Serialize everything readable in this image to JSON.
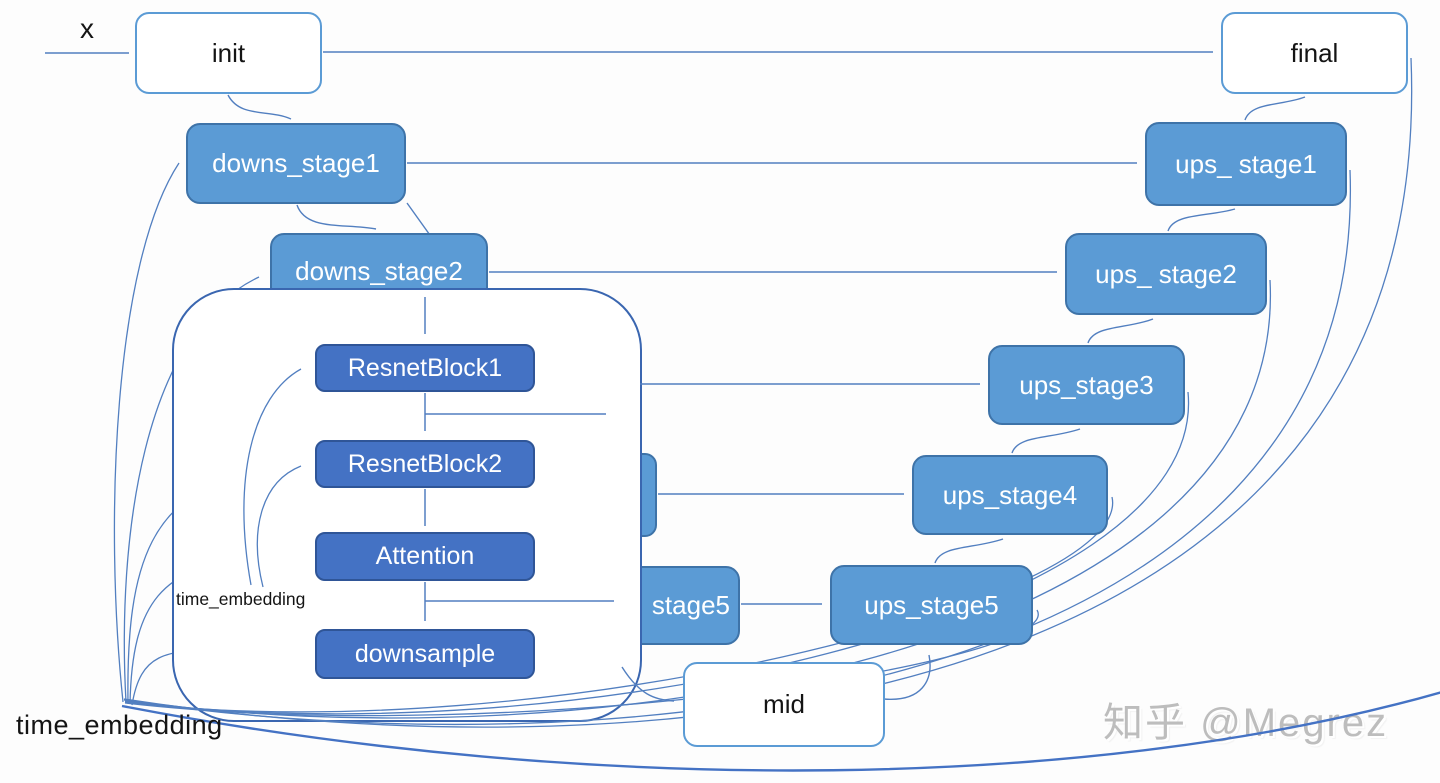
{
  "diagram": {
    "input_label": "x",
    "time_embedding_label": "time_embedding",
    "panel_time_embedding_label": "time_embedding",
    "watermark": "知乎 @Megrez",
    "nodes": {
      "init": "init",
      "final": "final",
      "downs_stage1": "downs_stage1",
      "downs_stage2": "downs_stage2",
      "downs_stage5_partial": "stage5",
      "mid": "mid",
      "ups_stage1": "ups_ stage1",
      "ups_stage2": "ups_ stage2",
      "ups_stage3": "ups_stage3",
      "ups_stage4": "ups_stage4",
      "ups_stage5": "ups_stage5",
      "resnet_block1": "ResnetBlock1",
      "resnet_block2": "ResnetBlock2",
      "attention": "Attention",
      "downsample": "downsample"
    },
    "edges": [
      "x -> init",
      "init -> final",
      "init -> downs_stage1",
      "downs_stage1 -> downs_stage2",
      "downs_stage1 -> downs_stage3(hidden)",
      "downs_stage1 -> ups_stage1",
      "downs_stage2 -> ups_stage2",
      "downs_stage3(hidden) -> ups_stage3",
      "downs_stage4(hidden) -> ups_stage4",
      "downs_stage5 -> ups_stage5",
      "panel -> mid",
      "mid -> ups_stage5",
      "ups_stage5 -> ups_stage4",
      "ups_stage4 -> ups_stage3",
      "ups_stage3 -> ups_stage2",
      "ups_stage2 -> ups_stage1",
      "ups_stage1 -> final",
      "downs_stage2 -> ResnetBlock1",
      "ResnetBlock1 -> ResnetBlock2",
      "ResnetBlock2 -> Attention",
      "Attention -> downsample",
      "time_embedding -> ResnetBlock1",
      "time_embedding -> ResnetBlock2",
      "time_embedding -> downs_stages",
      "time_embedding -> ups_stages",
      "time_embedding -> final"
    ],
    "colors": {
      "stage_fill": "#5B9BD5",
      "stage_border": "#3E73A8",
      "block_fill": "#4472C4",
      "block_border": "#2F5597",
      "io_border": "#5B9BD5",
      "arrow": "#4472C4"
    }
  }
}
